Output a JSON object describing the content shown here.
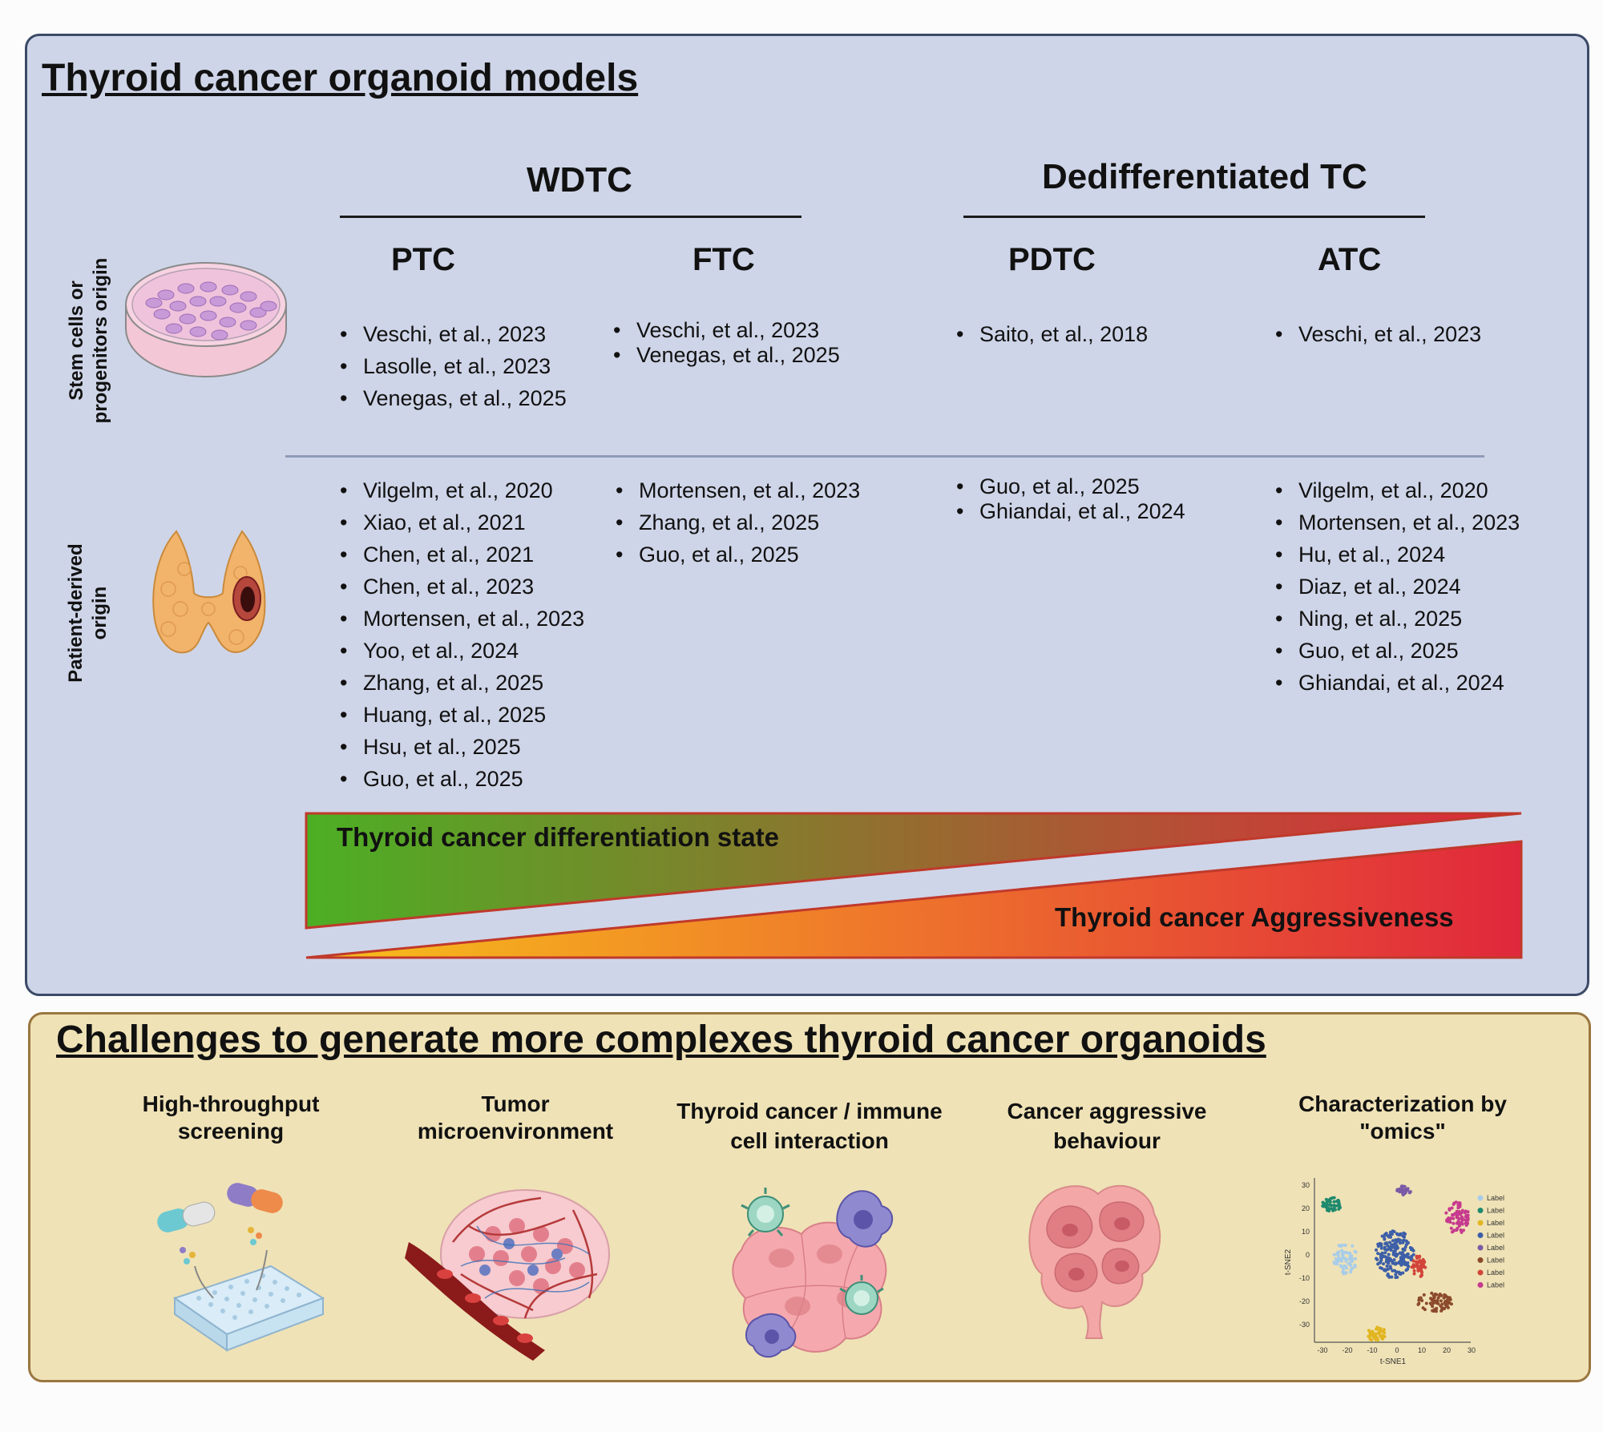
{
  "organoids": {
    "title": "Thyroid cancer organoid models",
    "groups": {
      "wdtc": "WDTC",
      "dediff": "Dedifferentiated TC"
    },
    "columns": {
      "ptc": "PTC",
      "ftc": "FTC",
      "pdtc": "PDTC",
      "atc": "ATC"
    },
    "row_labels": {
      "stem_line1": "Stem cells or",
      "stem_line2": "progenitors  origin",
      "patient_line1": "Patient-derived",
      "patient_line2": "origin"
    },
    "stem_refs": {
      "ptc": [
        "Veschi, et al., 2023",
        "Lasolle, et al., 2023",
        "Venegas, et al., 2025"
      ],
      "ftc": [
        "Veschi, et al., 2023",
        "Venegas, et al., 2025"
      ],
      "pdtc": [
        "Saito, et al., 2018"
      ],
      "atc": [
        "Veschi, et al., 2023"
      ]
    },
    "patient_refs": {
      "ptc": [
        "Vilgelm, et al., 2020",
        "Xiao, et al., 2021",
        "Chen, et al., 2021",
        "Chen, et al., 2023",
        "Mortensen, et al., 2023",
        "Yoo, et al., 2024",
        "Zhang, et al., 2025",
        "Huang, et al., 2025",
        "Hsu, et al., 2025",
        "Guo, et al., 2025"
      ],
      "ftc": [
        "Mortensen, et al., 2023",
        "Zhang, et al., 2025",
        "Guo, et al., 2025"
      ],
      "pdtc": [
        "Guo, et al., 2025",
        "Ghiandai, et al., 2024"
      ],
      "atc": [
        "Vilgelm, et al., 2020",
        "Mortensen, et al., 2023",
        "Hu, et al., 2024",
        "Diaz, et al., 2024",
        "Ning, et al., 2025",
        "Guo, et al., 2025",
        "Ghiandai, et al., 2024"
      ]
    },
    "gradient": {
      "differentiation_label": "Thyroid cancer differentiation state",
      "aggressiveness_label": "Thyroid cancer Aggressiveness",
      "colors": {
        "green": "#4caf24",
        "red": "#e0283c",
        "yellow": "#f7c01a",
        "orange": "#ef7a2a",
        "border": "#c0392b"
      }
    }
  },
  "challenges": {
    "title": "Challenges to generate more complexes thyroid cancer organoids",
    "items": [
      {
        "line1": "High-throughput",
        "line2": "screening",
        "icon": "drug-screening-plate-icon"
      },
      {
        "line1": "Tumor",
        "line2": "microenvironment",
        "icon": "tumor-microenvironment-icon"
      },
      {
        "line1": "Thyroid cancer / immune",
        "line2": "cell interaction",
        "icon": "immune-cell-interaction-icon"
      },
      {
        "line1": "Cancer aggressive",
        "line2": "behaviour",
        "icon": "aggressive-cells-icon"
      },
      {
        "line1": "Characterization by",
        "line2": "\"omics\"",
        "icon": "tsne-plot-icon"
      }
    ],
    "tsne": {
      "xlabel": "t-SNE1",
      "ylabel": "t-SNE2",
      "xticks": [
        "-30",
        "-20",
        "-10",
        "0",
        "10",
        "20",
        "30"
      ],
      "yticks": [
        "30",
        "20",
        "10",
        "0",
        "-10",
        "-20",
        "-30"
      ],
      "legend": [
        "Label",
        "Label",
        "Label",
        "Label",
        "Label",
        "Label",
        "Label",
        "Label"
      ],
      "legend_colors": [
        "#a9cde8",
        "#1f8a6e",
        "#e2b521",
        "#3d5fa8",
        "#7a5aa6",
        "#8b4a2b",
        "#d2453a",
        "#c63a8e"
      ]
    }
  }
}
